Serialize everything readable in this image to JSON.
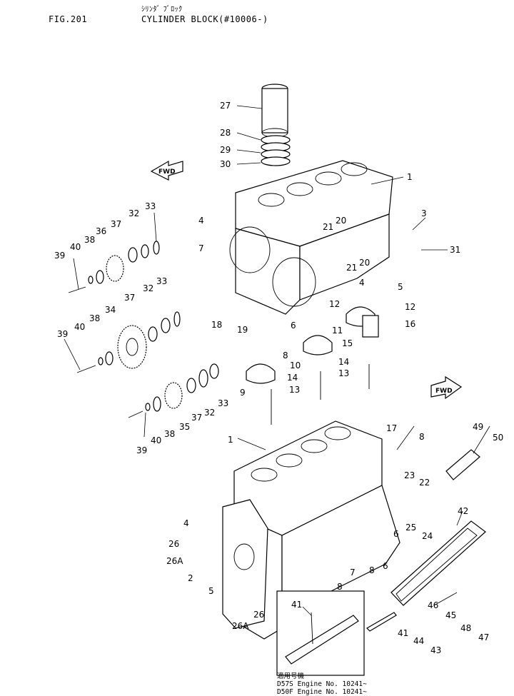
{
  "header": {
    "figure": "FIG.201",
    "kana_title": "ｼﾘﾝﾀﾞ ﾌﾞﾛｯｸ",
    "title": "CYLINDER BLOCK(#10006-)"
  },
  "fwd_arrows": [
    "FWD",
    "FWD"
  ],
  "callouts": [
    "1",
    "3",
    "31",
    "4",
    "7",
    "21",
    "20",
    "21",
    "20",
    "27",
    "28",
    "29",
    "30",
    "33",
    "32",
    "37",
    "36",
    "38",
    "40",
    "39",
    "33",
    "32",
    "37",
    "34",
    "38",
    "40",
    "39",
    "18",
    "19",
    "6",
    "8",
    "4",
    "5",
    "12",
    "12",
    "11",
    "16",
    "15",
    "14",
    "13",
    "10",
    "9",
    "14",
    "13",
    "33",
    "32",
    "37",
    "35",
    "38",
    "40",
    "39",
    "17",
    "8",
    "49",
    "50",
    "1",
    "23",
    "22",
    "6",
    "25",
    "24",
    "42",
    "4",
    "26",
    "26A",
    "2",
    "5",
    "8",
    "7",
    "8",
    "6",
    "41",
    "46",
    "45",
    "48",
    "47",
    "44",
    "43",
    "41",
    "26A",
    "26"
  ],
  "inset_note": {
    "line1": "適用号機",
    "line2": "D57S Engine No. 10241~",
    "line3": "D50F Engine No. 10241~"
  },
  "colors": {
    "ink": "#000000",
    "paper": "#ffffff"
  }
}
